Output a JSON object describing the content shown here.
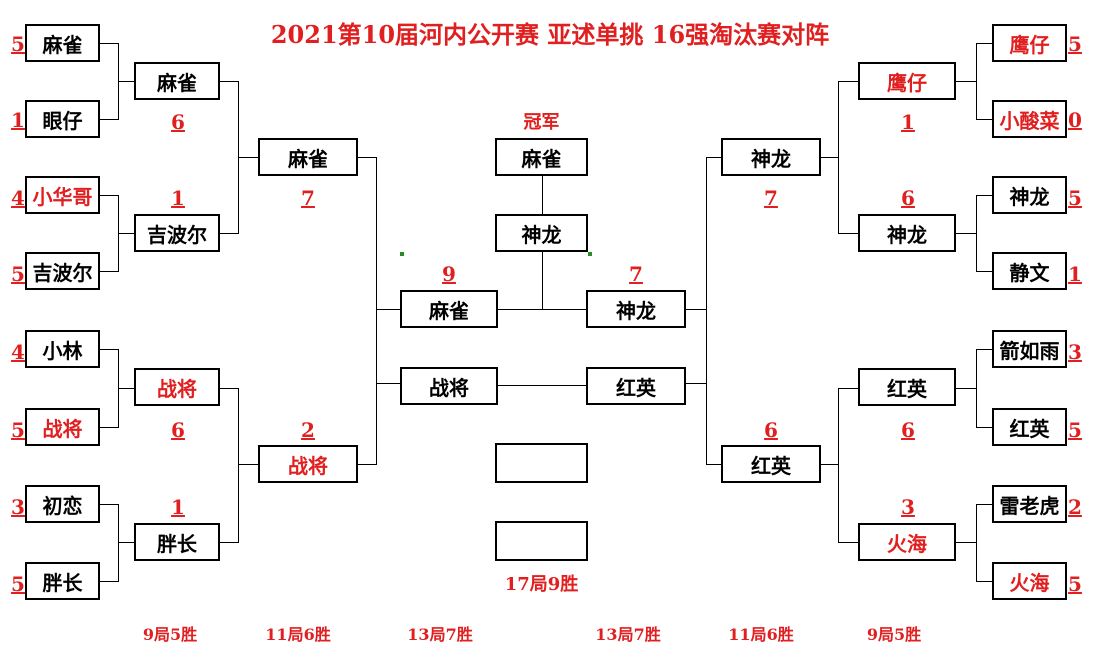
{
  "title": "2021第10届河内公开赛 亚述单挑 16强淘汰赛对阵",
  "champion_label": "冠军",
  "left": {
    "r1": [
      {
        "name": "麻雀",
        "score": "5",
        "red": false
      },
      {
        "name": "眼仔",
        "score": "1",
        "red": false
      },
      {
        "name": "小华哥",
        "score": "4",
        "red": true
      },
      {
        "name": "吉波尔",
        "score": "5",
        "red": false
      },
      {
        "name": "小林",
        "score": "4",
        "red": false
      },
      {
        "name": "战将",
        "score": "5",
        "red": true
      },
      {
        "name": "初恋",
        "score": "3",
        "red": false
      },
      {
        "name": "胖长",
        "score": "5",
        "red": false
      }
    ],
    "r2": [
      {
        "name": "麻雀",
        "score": "6",
        "red": false
      },
      {
        "name": "吉波尔",
        "score": "1",
        "red": false
      },
      {
        "name": "战将",
        "score": "6",
        "red": true
      },
      {
        "name": "胖长",
        "score": "1",
        "red": false
      }
    ],
    "r3": [
      {
        "name": "麻雀",
        "score": "7",
        "red": false
      },
      {
        "name": "战将",
        "score": "2",
        "red": true
      }
    ],
    "sf": [
      {
        "name": "麻雀",
        "score": "9"
      },
      {
        "name": "战将"
      }
    ]
  },
  "right": {
    "r1": [
      {
        "name": "鹰仔",
        "score": "5",
        "red": true
      },
      {
        "name": "小酸菜",
        "score": "0",
        "red": true
      },
      {
        "name": "神龙",
        "score": "5",
        "red": false
      },
      {
        "name": "静文",
        "score": "1",
        "red": false
      },
      {
        "name": "箭如雨",
        "score": "3",
        "red": false
      },
      {
        "name": "红英",
        "score": "5",
        "red": false
      },
      {
        "name": "雷老虎",
        "score": "2",
        "red": false
      },
      {
        "name": "火海",
        "score": "5",
        "red": true
      }
    ],
    "r2": [
      {
        "name": "鹰仔",
        "score": "1",
        "red": true
      },
      {
        "name": "神龙",
        "score": "6",
        "red": false
      },
      {
        "name": "红英",
        "score": "6",
        "red": false
      },
      {
        "name": "火海",
        "score": "3",
        "red": true
      }
    ],
    "r3": [
      {
        "name": "神龙",
        "score": "7",
        "red": false
      },
      {
        "name": "红英",
        "score": "6",
        "red": false
      }
    ],
    "sf": [
      {
        "name": "神龙",
        "score": "7"
      },
      {
        "name": "红英"
      }
    ]
  },
  "final": {
    "champion": "麻雀",
    "runner": "神龙",
    "empty1": "",
    "empty2": "",
    "format": "17局9胜"
  },
  "footer": [
    "9局5胜",
    "11局6胜",
    "13局7胜",
    "13局7胜",
    "11局6胜",
    "9局5胜"
  ]
}
